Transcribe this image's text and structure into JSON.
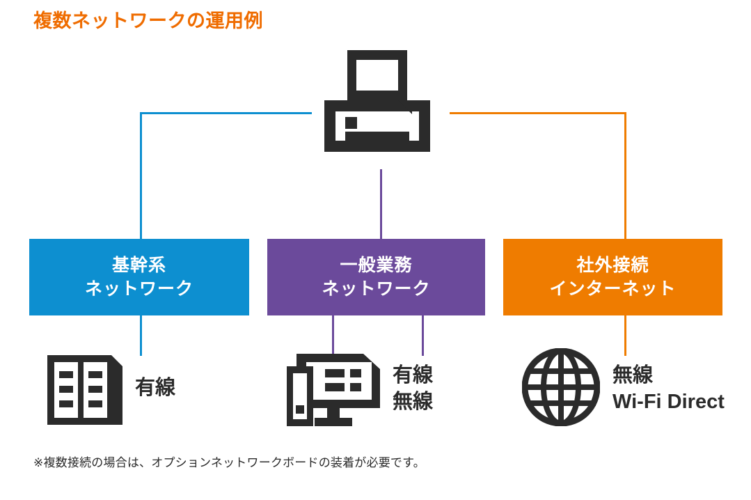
{
  "title": "複数ネットワークの運用例",
  "device": {
    "icon": "printer-icon"
  },
  "colors": {
    "title": "#ef6c00",
    "core_network": "#0d8fd0",
    "office_network": "#6b4a9b",
    "external_network": "#ef7c00",
    "icon_dark": "#2b2b2b",
    "background": "#ffffff"
  },
  "boxes": [
    {
      "id": "core-network",
      "line1": "基幹系",
      "line2": "ネットワーク",
      "color": "#0d8fd0"
    },
    {
      "id": "office-network",
      "line1": "一般業務",
      "line2": "ネットワーク",
      "color": "#6b4a9b"
    },
    {
      "id": "external-network",
      "line1": "社外接続",
      "line2": "インターネット",
      "color": "#ef7c00"
    }
  ],
  "groups": [
    {
      "id": "core",
      "icon": "office-building-icon",
      "labels": [
        "有線"
      ]
    },
    {
      "id": "office",
      "icon": "desktop-computer-icon",
      "labels": [
        "有線",
        "無線"
      ]
    },
    {
      "id": "external",
      "icon": "globe-icon",
      "labels": [
        "無線",
        "Wi-Fi Direct"
      ]
    }
  ],
  "footnote": "※複数接続の場合は、オプションネットワークボードの装着が必要です。"
}
